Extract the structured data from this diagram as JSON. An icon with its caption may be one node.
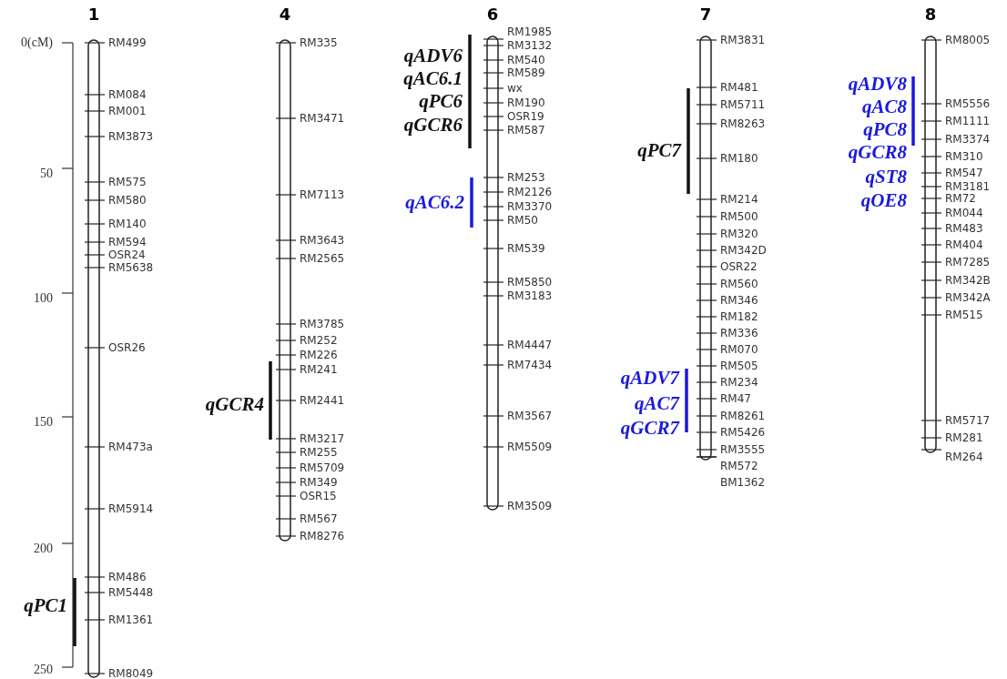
{
  "diagram": {
    "nodes": [
      {
        "text": [
          "1"
        ],
        "beside": [
          "RM499",
          "RM084",
          "RM001",
          "RM3873",
          "RM575",
          "RM580",
          "RM140",
          "RM594",
          "OSR24",
          "RM5638",
          "OSR26",
          "RM473a",
          "RM5914",
          "RM486",
          "RM5448",
          "RM1361",
          "RM8049"
        ]
      },
      {
        "text": [
          "4"
        ],
        "beside": [
          "RM335",
          "RM3471",
          "RM7113",
          "RM3643",
          "RM2565",
          "RM3785",
          "RM252",
          "RM226",
          "RM241",
          "RM2441",
          "RM3217",
          "RM255",
          "RM5709",
          "RM349",
          "OSR15",
          "RM567",
          "RM8276"
        ]
      },
      {
        "text": [
          "6"
        ],
        "beside": [
          "RM1985",
          "RM3132",
          "RM540",
          "RM589",
          "wx",
          "RM190",
          "OSR19",
          "RM587",
          "RM253",
          "RM2126",
          "RM3370",
          "RM50",
          "RM539",
          "RM5850",
          "RM3183",
          "RM4447",
          "RM7434",
          "RM3567",
          "RM5509",
          "RM3509"
        ]
      },
      {
        "text": [
          "7"
        ],
        "beside": [
          "RM3831",
          "RM481",
          "RM5711",
          "RM8263",
          "RM180",
          "RM214",
          "RM500",
          "RM320",
          "RM342D",
          "OSR22",
          "RM560",
          "RM346",
          "RM182",
          "RM336",
          "RM070",
          "RM505",
          "RM234",
          "RM47",
          "RM8261",
          "RM5426",
          "RM3555",
          "RM572",
          "BM1362"
        ]
      },
      {
        "text": [
          "8"
        ],
        "beside": [
          "RM8005",
          "RM5556",
          "RM1111",
          "RM3374",
          "RM310",
          "RM547",
          "RM3181",
          "RM72",
          "RM044",
          "RM483",
          "RM404",
          "RM7285",
          "RM342B",
          "RM342A",
          "RM515",
          "RM5717",
          "RM281",
          "RM264"
        ]
      }
    ],
    "labels": [
      "0(cM)",
      "50",
      "100",
      "150",
      "200",
      "250",
      "qPC1",
      "qGCR4",
      "qADV6",
      "qAC6.1",
      "qPC6",
      "qGCR6",
      "qAC6.2",
      "qPC7",
      "qADV7",
      "qAC7",
      "qGCR7",
      "qADV8",
      "qAC8",
      "qPC8",
      "qGCR8",
      "qST8",
      "qOE8"
    ]
  }
}
